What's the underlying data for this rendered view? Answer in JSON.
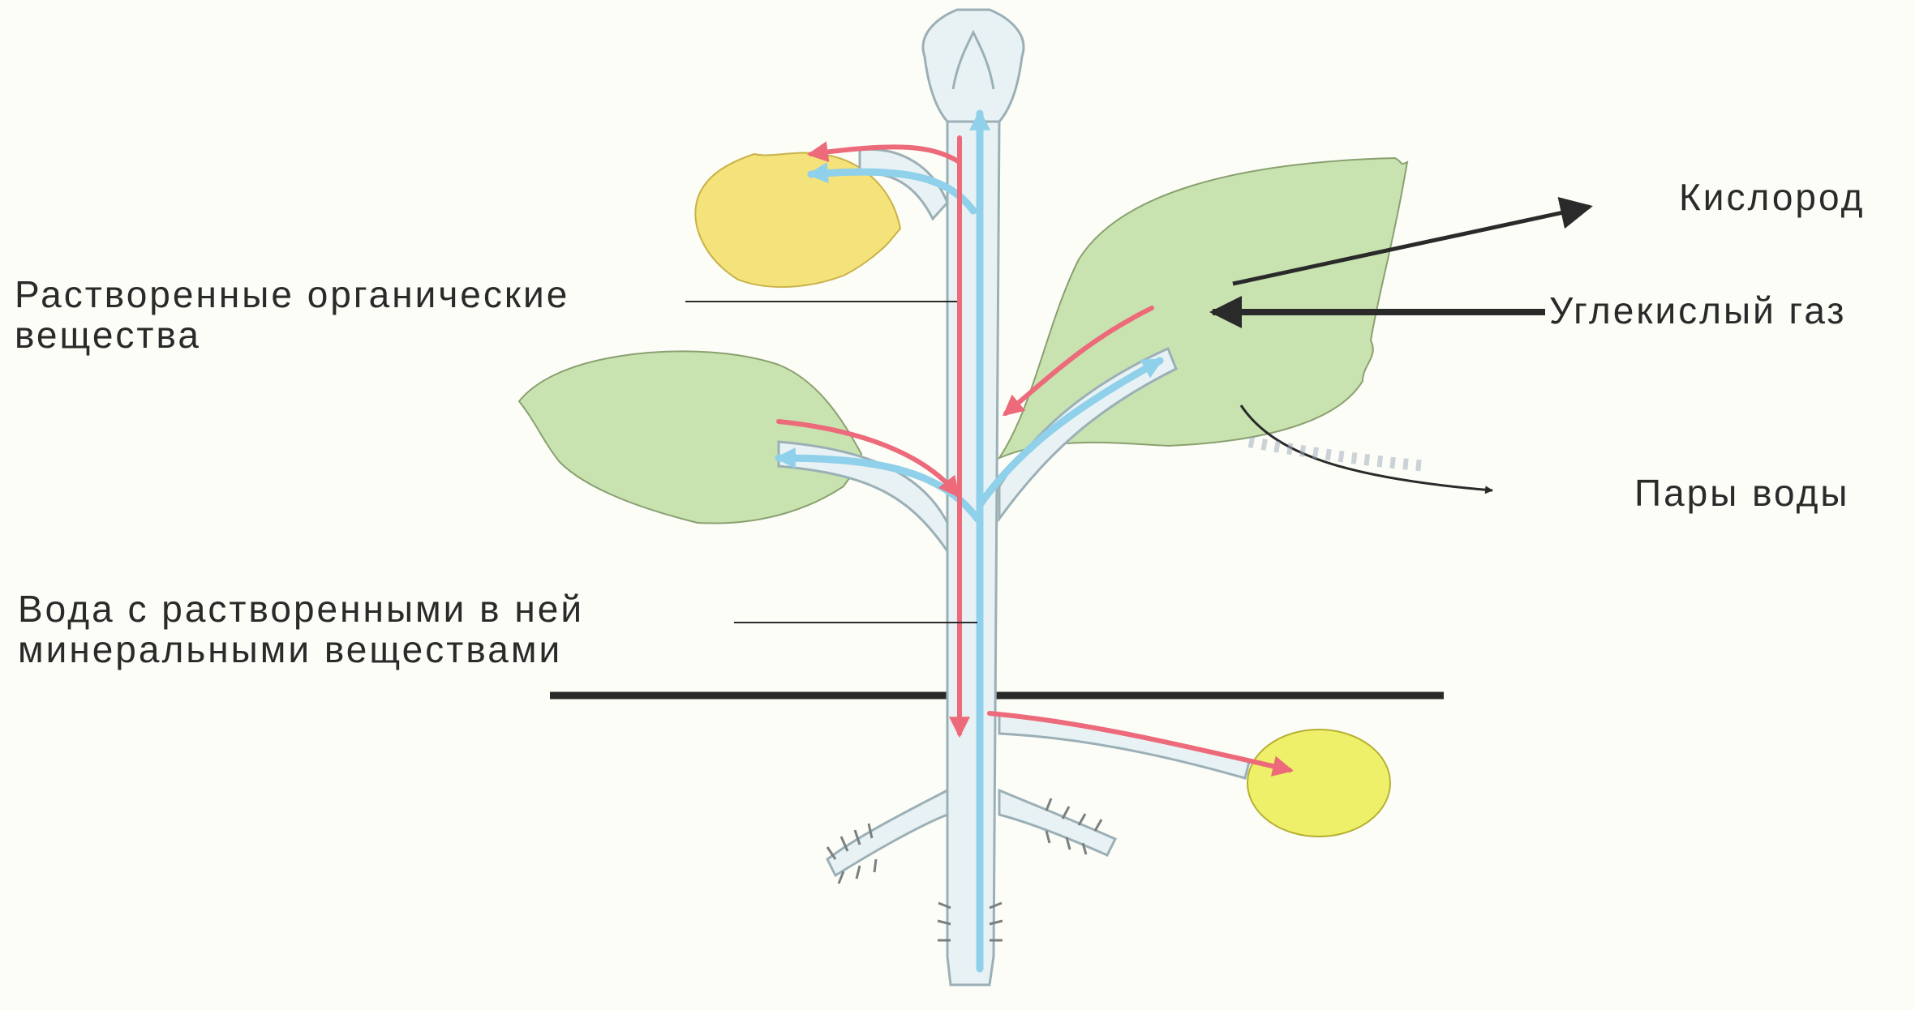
{
  "labels": {
    "oxygen": "Кислород",
    "co2": "Углекислый газ",
    "water_vapor": "Пары воды",
    "organic_line1": "Растворенные органические",
    "organic_line2": "вещества",
    "water_line1": "Вода с растворенными в ней",
    "water_line2": "минеральными веществами"
  },
  "colors": {
    "leaf": "#c8e3b0",
    "fruit": "#f4e27a",
    "tuber": "#eef06a",
    "stem": "#e8f2f4",
    "water_flow": "#8fd0ea",
    "organic_flow": "#ec6a7a",
    "ink": "#2a2a2a"
  }
}
